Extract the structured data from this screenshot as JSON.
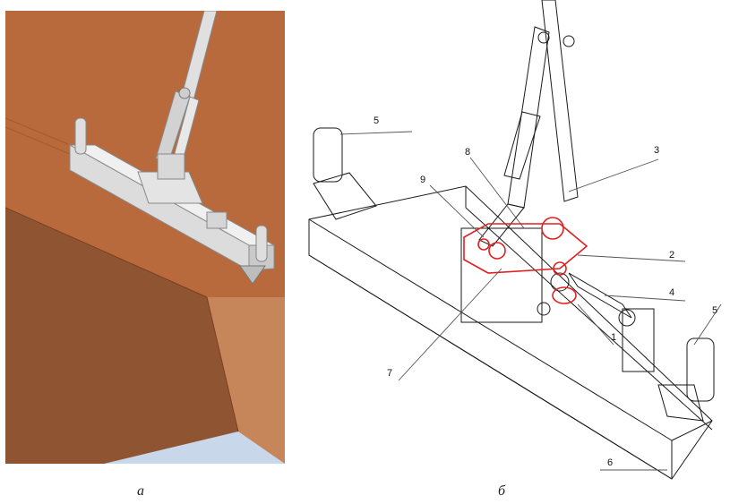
{
  "panel_a": {
    "caption": "а",
    "colors": {
      "wall": "#b86a3c",
      "wall_shadow": "#8f5532",
      "floor": "#c9d7ea",
      "device": "#e6e6e6",
      "device_edge": "#9a9a9a",
      "outline": "#7a7a7a"
    }
  },
  "panel_b": {
    "caption": "б",
    "colors": {
      "line": "#1a1a1a",
      "highlight": "#e02020",
      "leader": "#555555"
    },
    "labels": [
      "1",
      "2",
      "3",
      "4",
      "5",
      "5",
      "6",
      "7",
      "8",
      "9"
    ]
  }
}
